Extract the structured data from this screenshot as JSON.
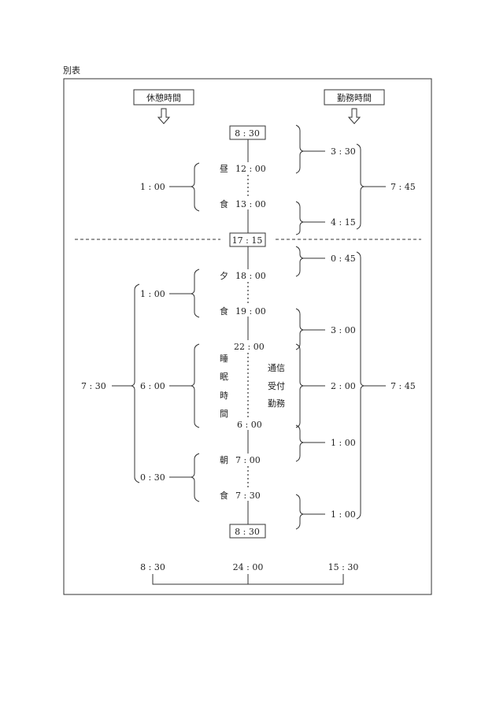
{
  "page_label": "別表",
  "headers": {
    "rest": "休憩時間",
    "work": "勤務時間"
  },
  "center_boxes": [
    "8 : 30",
    "17 : 15",
    "8 : 30"
  ],
  "day": {
    "lunch_label": [
      "昼",
      "食"
    ],
    "lunch_times": [
      "12 : 00",
      "13 : 00"
    ],
    "lunch_rest": "1 : 00",
    "work_segments": [
      "3 : 30",
      "4 : 15"
    ],
    "work_total": "7 : 45"
  },
  "night": {
    "dinner_label": [
      "夕",
      "食"
    ],
    "dinner_times": [
      "18 : 00",
      "19 : 00"
    ],
    "dinner_rest": "1 : 00",
    "sleep_label": [
      "睡",
      "眠",
      "時",
      "間"
    ],
    "sleep_times": [
      "22 : 00",
      "6 : 00"
    ],
    "sleep_rest": "6 : 00",
    "comm_label": [
      "通信",
      "受付",
      "勤務"
    ],
    "breakfast_label": [
      "朝",
      "食"
    ],
    "breakfast_times": [
      "7 : 00",
      "7 : 30"
    ],
    "breakfast_rest": "0 : 30",
    "rest_total": "7 : 30",
    "work_segments": [
      "0 : 45",
      "3 : 00",
      "2 : 00",
      "1 : 00",
      "1 : 00"
    ],
    "work_total": "7 : 45"
  },
  "footer": {
    "left": "8 : 30",
    "center": "24 : 00",
    "right": "15 : 30"
  }
}
